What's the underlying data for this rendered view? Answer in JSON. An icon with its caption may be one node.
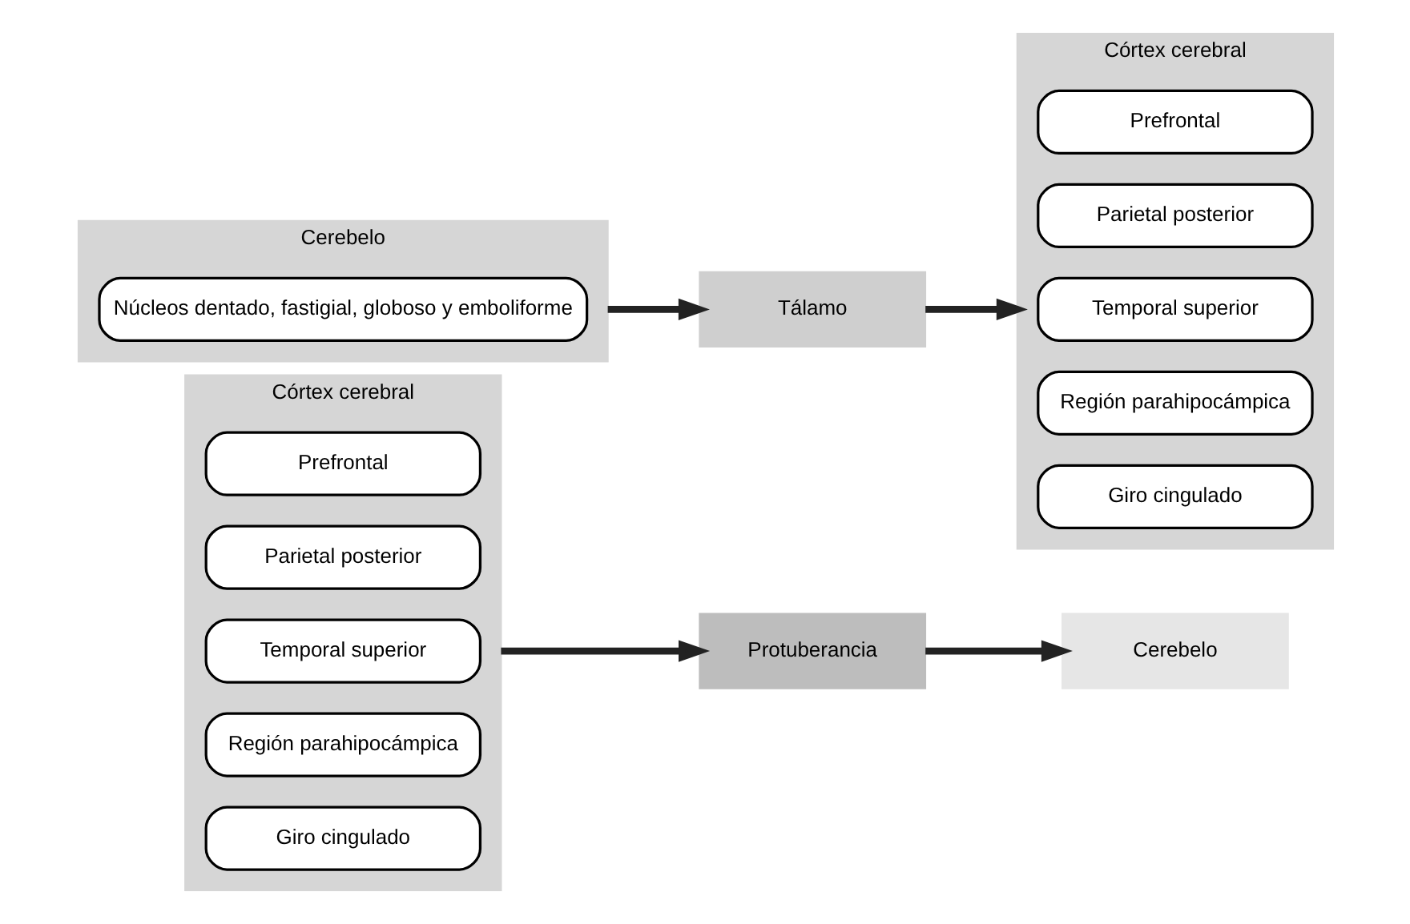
{
  "diagram": {
    "nodes": [
      {
        "text": [
          "Córtex cerebral"
        ]
      },
      {
        "text": [
          "Prefrontal"
        ],
        "in": 0
      },
      {
        "text": [
          "Parietal posterior"
        ],
        "in": 0
      },
      {
        "text": [
          "Temporal superior"
        ],
        "in": 0
      },
      {
        "text": [
          "Región parahipocámpica"
        ],
        "in": 0
      },
      {
        "text": [
          "Giro cingulado"
        ],
        "in": 0
      },
      {
        "text": [
          "Protuberancia"
        ]
      },
      {
        "text": [
          "Cerebelo"
        ]
      },
      {
        "text": [
          "Cerebelo"
        ]
      },
      {
        "text": [
          "Núcleos dentado, fastigial, globoso y emboliforme"
        ],
        "in": 8
      },
      {
        "text": [
          "Tálamo"
        ]
      },
      {
        "text": [
          "Córtex cerebral"
        ]
      },
      {
        "text": [
          "Prefrontal"
        ],
        "in": 11
      },
      {
        "text": [
          "Parietal posterior"
        ],
        "in": 11
      },
      {
        "text": [
          "Temporal superior"
        ],
        "in": 11
      },
      {
        "text": [
          "Región parahipocámpica"
        ],
        "in": 11
      },
      {
        "text": [
          "Giro cingulado"
        ],
        "in": 11
      }
    ],
    "edges": [
      {
        "from": 0,
        "to": 6,
        "arrow": "to"
      },
      {
        "from": 6,
        "to": 7,
        "arrow": "to"
      },
      {
        "from": 8,
        "to": 10,
        "arrow": "to"
      },
      {
        "from": 10,
        "to": 11,
        "arrow": "to"
      }
    ]
  }
}
